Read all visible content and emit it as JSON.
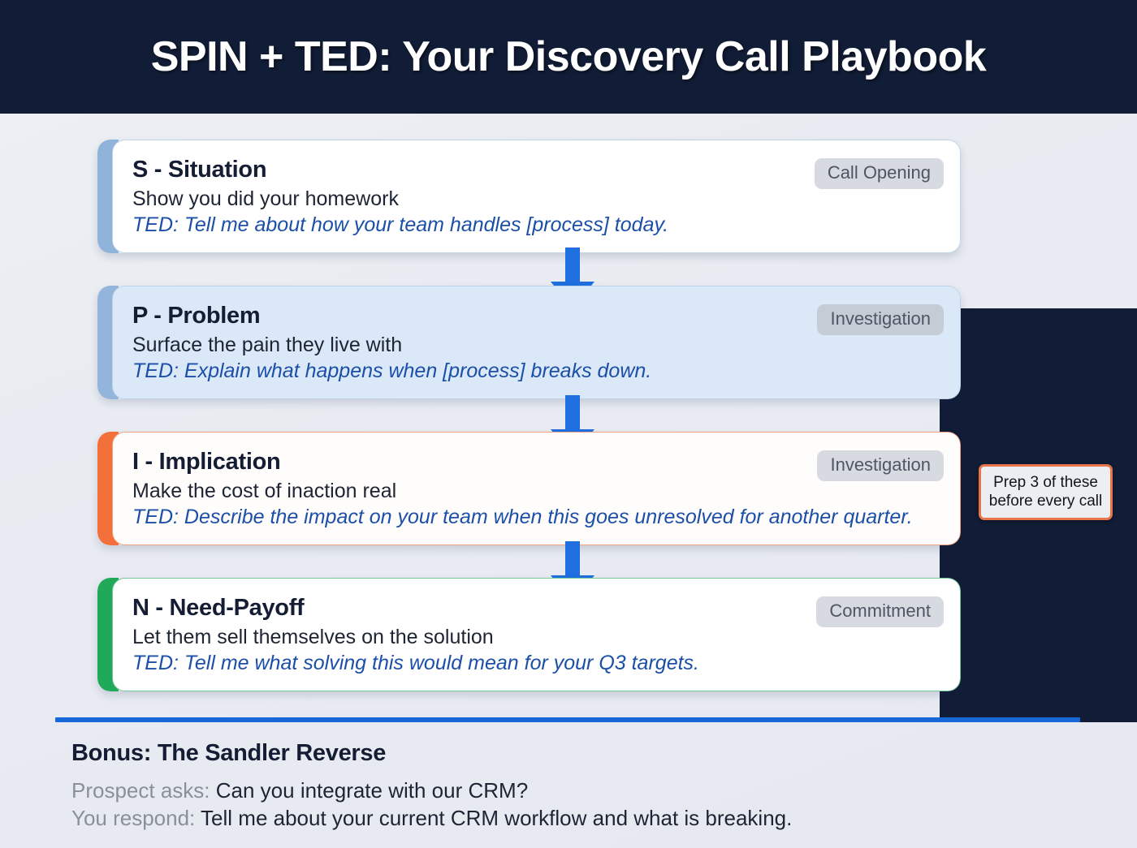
{
  "header": {
    "title": "SPIN + TED: Your Discovery Call Playbook",
    "background_color": "#111c36",
    "text_color": "#ffffff"
  },
  "colors": {
    "page_background": "#eaedf2",
    "accent_blue": "#1668d8",
    "accent_orange": "#f4703a",
    "accent_green": "#1fa959",
    "accent_steel_blue": "#8fb3d9",
    "ted_text": "#1b4fa8",
    "badge_background": "#d7dae0",
    "badge_text": "#4e5563",
    "dark_panel": "#111c36"
  },
  "cards": [
    {
      "title": "S - Situation",
      "subtitle": "Show you did your homework",
      "ted": "TED: Tell me about how your team handles [process] today.",
      "badge": "Call Opening",
      "accent_color": "#8fb3d9"
    },
    {
      "title": "P - Problem",
      "subtitle": "Surface the pain they live with",
      "ted": "TED: Explain what happens when [process] breaks down.",
      "badge": "Investigation",
      "accent_color": "#94b5db"
    },
    {
      "title": "I - Implication",
      "subtitle": "Make the cost of inaction real",
      "ted": "TED: Describe the impact on your team when this goes unresolved for another quarter.",
      "badge": "Investigation",
      "accent_color": "#f4703a"
    },
    {
      "title": "N - Need-Payoff",
      "subtitle": "Let them sell themselves on the solution",
      "ted": "TED: Tell me what solving this would mean for your Q3 targets.",
      "badge": "Commitment",
      "accent_color": "#1fa959"
    }
  ],
  "callout": {
    "line1": "Prep 3 of these",
    "line2": "before every call",
    "border_color": "#e8754a"
  },
  "bonus": {
    "title": "Bonus: The Sandler Reverse",
    "rows": [
      {
        "label": "Prospect asks:",
        "text": "Can you integrate with our CRM?"
      },
      {
        "label": "You respond:",
        "text": "Tell me about your current CRM workflow and what is breaking."
      }
    ]
  },
  "arrows": {
    "icon": "arrow-down-icon",
    "color": "#1f6fe0",
    "count": 3
  }
}
